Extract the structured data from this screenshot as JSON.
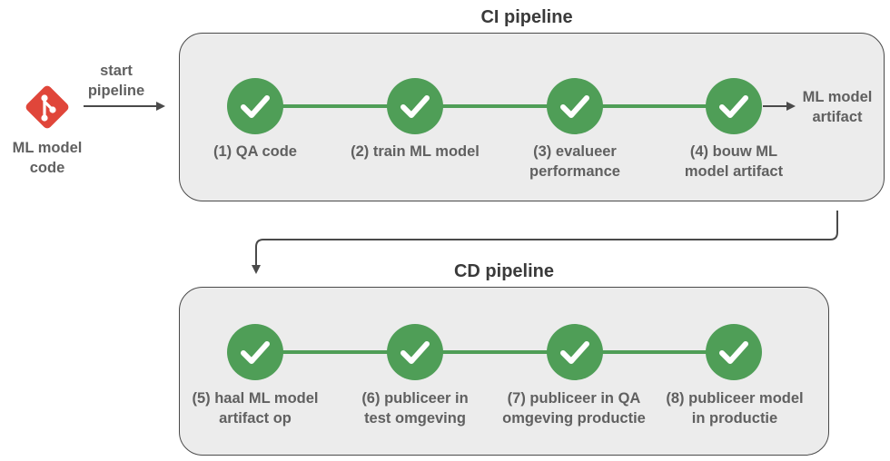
{
  "source": {
    "label": "ML model\ncode",
    "icon": "git-icon",
    "icon_color": "#e0463a"
  },
  "start": {
    "label": "start\npipeline"
  },
  "ci": {
    "title": "CI pipeline",
    "steps": [
      {
        "label": "(1) QA code"
      },
      {
        "label": "(2) train ML model"
      },
      {
        "label": "(3) evalueer\nperformance"
      },
      {
        "label": "(4) bouw ML\nmodel artifact"
      }
    ],
    "output": {
      "label": "ML model\nartifact"
    }
  },
  "cd": {
    "title": "CD pipeline",
    "steps": [
      {
        "label": "(5) haal ML model\nartifact op"
      },
      {
        "label": "(6) publiceer in\ntest omgeving"
      },
      {
        "label": "(7) publiceer in QA\nomgeving productie"
      },
      {
        "label": "(8) publiceer model\nin productie"
      }
    ]
  },
  "colors": {
    "step_fill": "#4f9e57",
    "panel_fill": "#ececec",
    "panel_border": "#4a4a4a",
    "text": "#606060"
  }
}
